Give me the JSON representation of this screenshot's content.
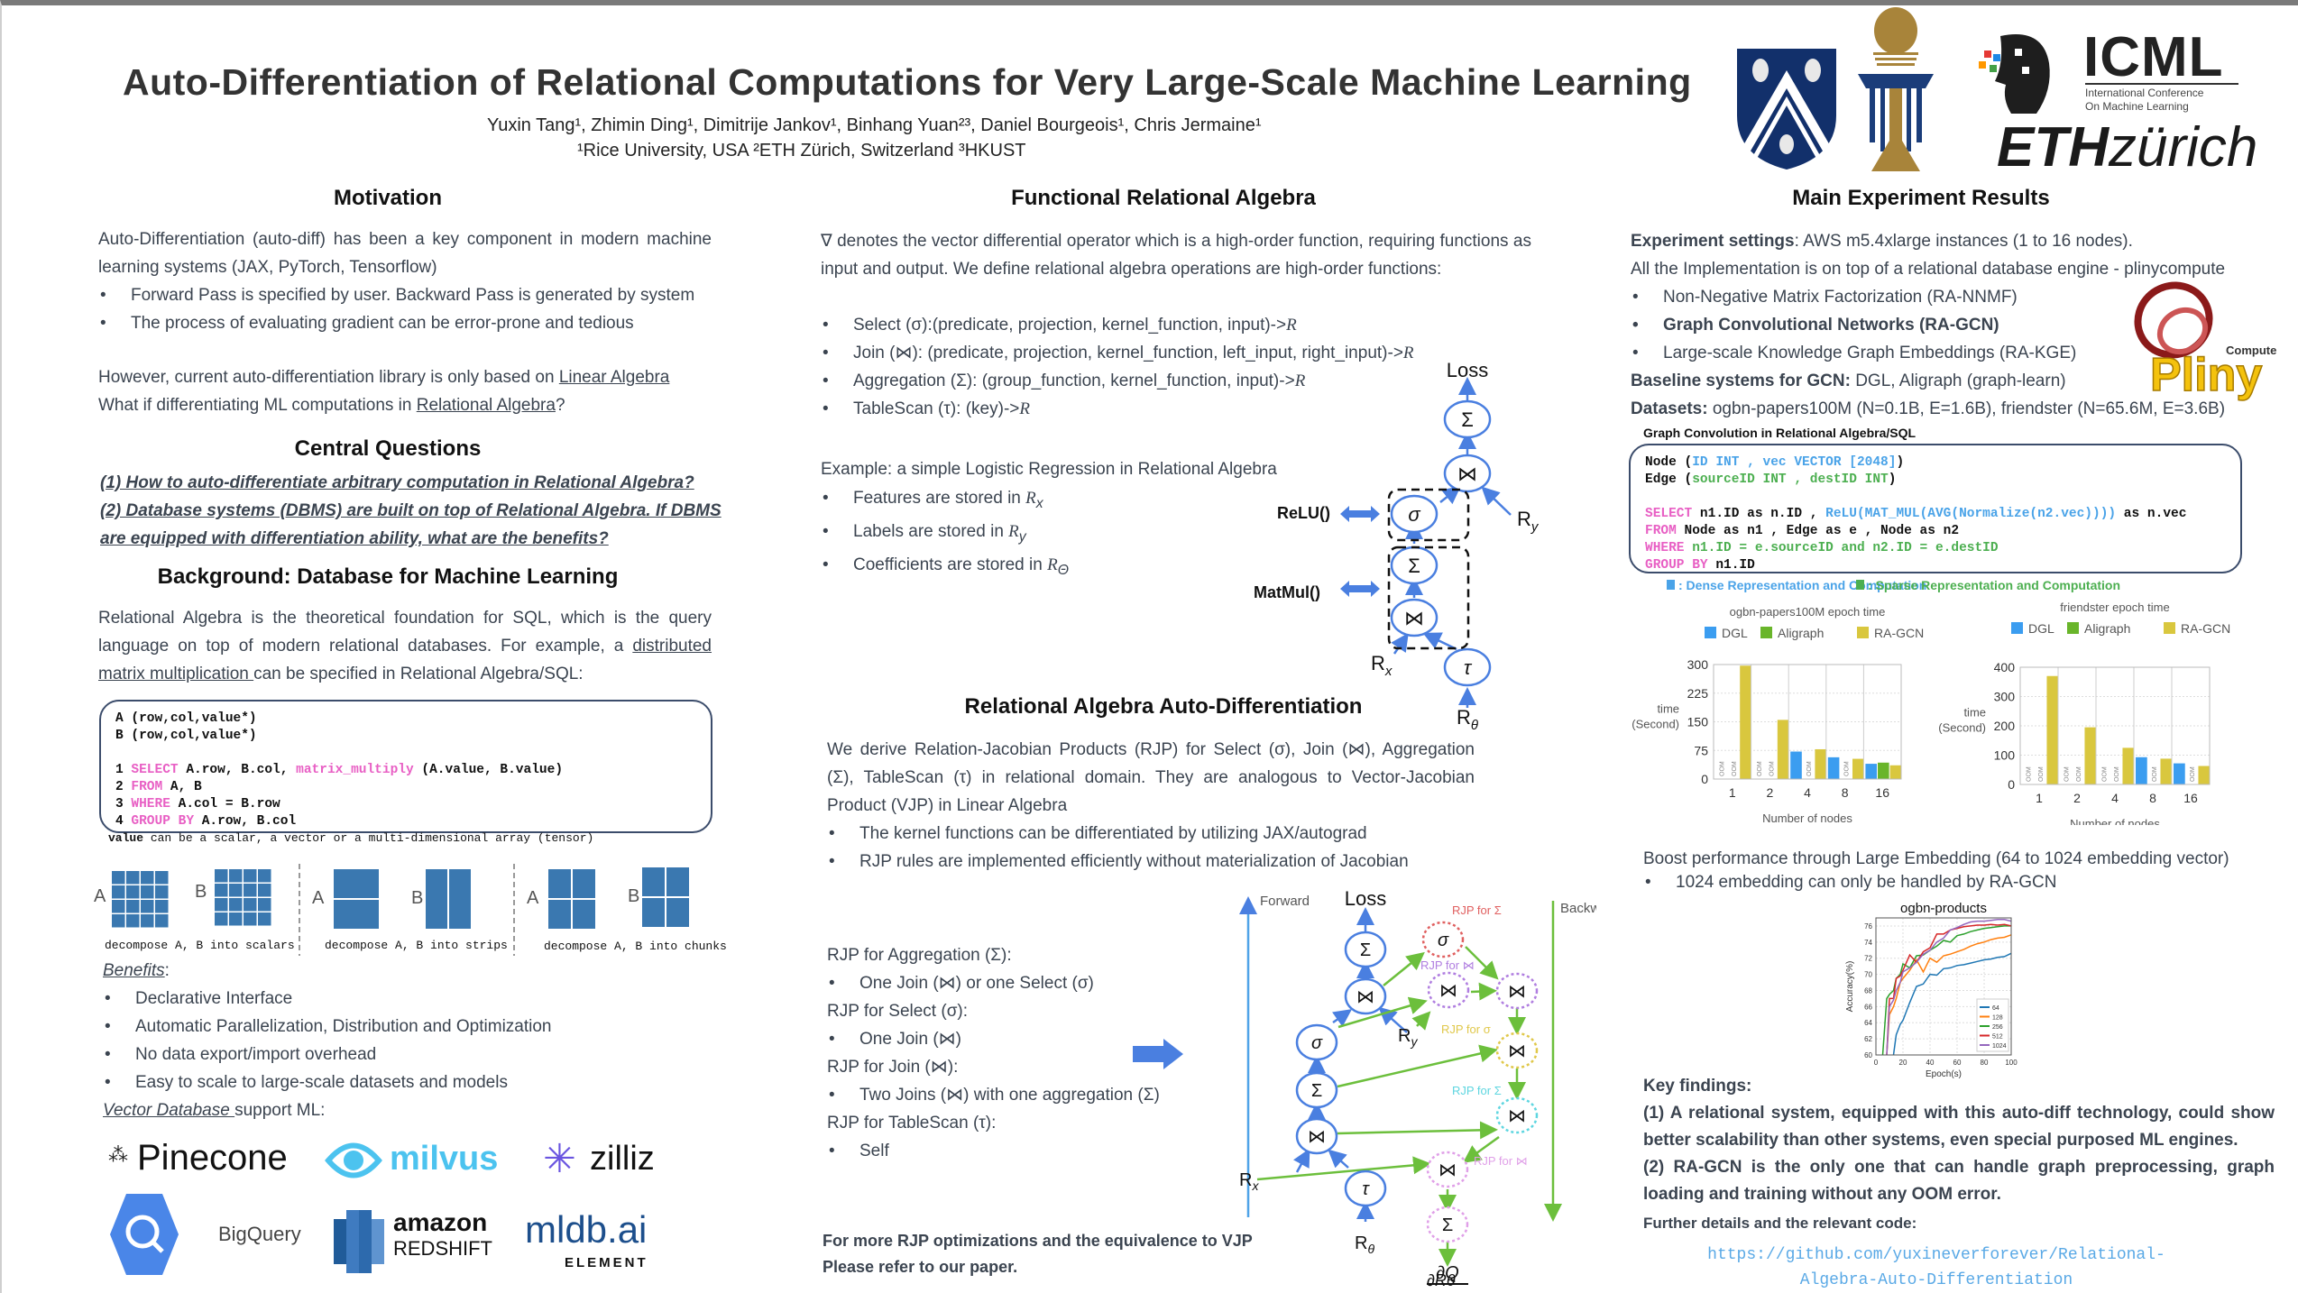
{
  "header": {
    "title": "Auto-Differentiation of Relational Computations for Very Large-Scale Machine Learning",
    "authors": "Yuxin Tang¹, Zhimin Ding¹, Dimitrije Jankov¹, Binhang Yuan²³, Daniel Bourgeois¹, Chris Jermaine¹",
    "affiliations": "¹Rice University, USA  ²ETH Zürich, Switzerland ³HKUST",
    "logos": {
      "rice": "rice-university-shield",
      "hkust": "hkust-logo",
      "icml_main": "ICML",
      "icml_sub1": "International Conference",
      "icml_sub2": "On Machine Learning",
      "eth_bold": "ETH",
      "eth_light": "zürich"
    }
  },
  "motivation": {
    "heading": "Motivation",
    "intro": "Auto-Differentiation (auto-diff) has been a key component in modern machine learning systems (JAX, PyTorch, Tensorflow)",
    "bullets": [
      "Forward Pass is specified by user. Backward Pass is generated by system",
      "The process of evaluating gradient can be error-prone and tedious"
    ],
    "however_prefix": "However, current auto-differentiation library is only based on ",
    "however_link": "Linear Algebra",
    "whatif_prefix": "What if differentiating ML computations in ",
    "whatif_link": "Relational Algebra",
    "whatif_suffix": "?"
  },
  "central_questions": {
    "heading": "Central Questions",
    "q1": "(1) How to auto-differentiate arbitrary computation in Relational Algebra?",
    "q2": "(2) Database systems (DBMS) are built on top of Relational Algebra. If DBMS are equipped with differentiation ability, what are the benefits?"
  },
  "background": {
    "heading": "Background: Database for Machine Learning",
    "p_prefix": "Relational Algebra is the theoretical foundation for SQL, which is the query language on top of modern relational databases. For example, a ",
    "p_link": "distributed matrix multiplication ",
    "p_suffix": " can be specified in Relational Algebra/SQL:",
    "code": {
      "schema_a": "A (row,col,value*)",
      "schema_b": "B (row,col,value*)",
      "lines": [
        {
          "num": "1",
          "kw": "SELECT",
          "text": " A.row, B.col, ",
          "fn": "matrix_multiply",
          "rest": " (A.value, B.value)"
        },
        {
          "num": "2",
          "kw": "FROM",
          "text": " A, B",
          "fn": "",
          "rest": ""
        },
        {
          "num": "3",
          "kw": "WHERE",
          "text": " A.col = B.row",
          "fn": "",
          "rest": ""
        },
        {
          "num": "4",
          "kw": "GROUP BY",
          "text": " A.row, B.col",
          "fn": "",
          "rest": ""
        }
      ],
      "note_bold": "value",
      "note": " can be a scalar, a vector or a multi-dimensional array (tensor)"
    },
    "decomposition": [
      {
        "label_a": "A",
        "label_b": "B",
        "caption": "decompose A, B into scalars"
      },
      {
        "label_a": "A",
        "label_b": "B",
        "caption": "decompose A, B into strips"
      },
      {
        "label_a": "A",
        "label_b": "B",
        "caption": "decompose A, B into chunks"
      }
    ],
    "benefits_label": "Benefits",
    "benefits": [
      "Declarative Interface",
      "Automatic Parallelization, Distribution and Optimization",
      "No data export/import overhead",
      "Easy to scale to large-scale datasets and models"
    ],
    "vector_db_link": "Vector Database ",
    "vector_db_suffix": "support ML:",
    "vendors": [
      "Pinecone",
      "milvus",
      "zilliz",
      "BigQuery",
      "amazon",
      "REDSHIFT",
      "mldb.ai",
      "ELEMENT"
    ]
  },
  "functional_ra": {
    "heading": "Functional Relational Algebra",
    "intro": "∇ denotes the vector differential operator which is a high-order function, requiring functions as input and output. We define relational algebra operations are high-order functions:",
    "ops": [
      {
        "name": "Select (σ):",
        "sig": "(predicate, projection, kernel_function, input)->",
        "ret": "R"
      },
      {
        "name": "Join (⋈): ",
        "sig": "(predicate, projection, kernel_function, left_input, right_input)->",
        "ret": "R"
      },
      {
        "name": "Aggregation (Σ): ",
        "sig": "(group_function, kernel_function, input)->",
        "ret": "R"
      },
      {
        "name": "TableScan (τ): ",
        "sig": "(key)->",
        "ret": "R"
      }
    ],
    "example_title": "Example: a simple Logistic Regression in Relational Algebra",
    "example_items": [
      {
        "text": "Features are stored in ",
        "sym": "R",
        "sub": "x"
      },
      {
        "text": "Labels are stored in ",
        "sym": "R",
        "sub": "y"
      },
      {
        "text": "Coefficients are stored in ",
        "sym": "R",
        "sub": "Θ"
      }
    ],
    "diagram": {
      "loss": "Loss",
      "relu": "ReLU()",
      "matmul": "MatMul()",
      "sigma": "Σ",
      "join": "⋈",
      "select": "σ",
      "scan": "τ",
      "rx": "R",
      "rx_sub": "x",
      "ry": "R",
      "ry_sub": "y",
      "rt": "R",
      "rt_sub": "θ"
    }
  },
  "ra_autodiff": {
    "heading": "Relational Algebra Auto-Differentiation",
    "intro": "We derive Relation-Jacobian Products (RJP) for Select (σ), Join (⋈), Aggregation (Σ), TableScan (τ) in relational domain. They are analogous to Vector-Jacobian Product (VJP) in Linear Algebra",
    "bullets": [
      "The kernel functions can be differentiated by utilizing JAX/autograd",
      "RJP rules are implemented efficiently without materialization of Jacobian"
    ],
    "rjp_rules": [
      {
        "title": "RJP for Aggregation (Σ):",
        "item": "One Join (⋈) or one Select (σ)"
      },
      {
        "title": "RJP for Select (σ):",
        "item": "One Join (⋈)"
      },
      {
        "title": "RJP for Join (⋈):",
        "item": "Two Joins (⋈) with one aggregation (Σ)"
      },
      {
        "title": "RJP for TableScan (τ):",
        "item": "Self"
      }
    ],
    "footer1": "For more RJP optimizations and the equivalence to VJP",
    "footer2": "Please refer to our paper.",
    "diagram": {
      "forward": "Forward",
      "backward": "Backward",
      "loss": "Loss",
      "rjp_sigma_red": "RJP for Σ",
      "rjp_join_purple": "RJP for ⋈",
      "rjp_select_yellow": "RJP for σ",
      "rjp_sigma_cyan": "RJP for Σ",
      "rjp_join_pink": "RJP for ⋈",
      "grad_num": "∂Q",
      "grad_den": "∂Rθ",
      "colors": {
        "forward": "#4a7fe0",
        "backward": "#6cbf3c",
        "red": "#e06060",
        "purple": "#b07ee0",
        "yellow": "#e0c84a",
        "cyan": "#5ed6e0",
        "pink": "#e0a0e8"
      }
    }
  },
  "results": {
    "heading": "Main Experiment Results",
    "settings_label": "Experiment settings",
    "settings": ": AWS m5.4xlarge instances (1 to 16 nodes).",
    "impl": "All the Implementation is on top of a relational database engine - plinycompute",
    "bullets": [
      {
        "text": "Non-Negative Matrix Factorization (RA-NNMF)",
        "bold": false
      },
      {
        "text": "Graph Convolutional Networks (RA-GCN)",
        "bold": true
      },
      {
        "text": "Large-scale Knowledge Graph Embeddings (RA-KGE)",
        "bold": false
      }
    ],
    "baseline_label": "Baseline systems for GCN:",
    "baseline": " DGL, Aligraph (graph-learn)",
    "datasets_label": "Datasets:",
    "datasets": " ogbn-papers100M (N=0.1B, E=1.6B), friendster (N=65.6M, E=3.6B)",
    "pliny_logo": {
      "word": "Pliny",
      "sup": "Compute"
    },
    "gc_title": "Graph Convolution in Relational Algebra/SQL",
    "gc_code": {
      "node_a": "Node (",
      "node_b": "ID INT , vec VECTOR [2048]",
      "node_c": ")",
      "edge_a": "Edge (",
      "edge_b": "sourceID INT , destID INT",
      "edge_c": ")",
      "select_kw": "SELECT",
      "select_a": " n1.ID as n.ID , ",
      "select_fn": "ReLU(MAT_MUL(AVG(Normalize(n2.vec))))",
      "select_b": " as n.vec",
      "from_kw": "FROM",
      "from_text": " Node as n1 , Edge as e , Node as n2",
      "where_kw": "WHERE",
      "where_text": " n1.ID = e.sourceID and n2.ID = e.destID",
      "group_kw": "GROUP BY",
      "group_text": " n1.ID"
    },
    "legend_dense": ": Dense Representation and Computation",
    "legend_sparse": ": Sparse Representation and Computation",
    "boost": "Boost performance through Large Embedding (64 to 1024 embedding vector)",
    "boost_bullet": "1024 embedding can only be handled by RA-GCN",
    "key_findings_label": "Key findings:",
    "finding1": "(1)  A relational system, equipped with this auto-diff technology, could show better scalability than other systems, even special purposed ML engines.",
    "finding2": "(2)   RA-GCN is the only one that can handle graph preprocessing, graph loading and training without any OOM error.",
    "further": "Further details and the relevant code:",
    "link1": "https://github.com/yuxineverforever/Relational-",
    "link2": "Algebra-Auto-Differentiation"
  },
  "chart_data": [
    {
      "type": "bar",
      "title": "ogbn-papers100M epoch time",
      "xlabel": "Number of nodes",
      "ylabel": "time (Second)",
      "categories": [
        "1",
        "2",
        "4",
        "8",
        "16"
      ],
      "ylim": [
        0,
        300
      ],
      "yticks": [
        0,
        75,
        150,
        225,
        300
      ],
      "legend": "top",
      "series": [
        {
          "name": "DGL",
          "color": "#3b9df0",
          "values": [
            null,
            null,
            72,
            57,
            40
          ]
        },
        {
          "name": "Aligraph",
          "color": "#69b52a",
          "values": [
            null,
            null,
            null,
            null,
            43
          ]
        },
        {
          "name": "RA-GCN",
          "color": "#d9c73e",
          "values": [
            297,
            155,
            78,
            53,
            36
          ]
        }
      ],
      "missing_label": "OOM"
    },
    {
      "type": "bar",
      "title": "friendster epoch time",
      "xlabel": "Number of nodes",
      "ylabel": "time (Second)",
      "categories": [
        "1",
        "2",
        "4",
        "8",
        "16"
      ],
      "ylim": [
        0,
        400
      ],
      "yticks": [
        0,
        100,
        200,
        300,
        400
      ],
      "legend": "top",
      "series": [
        {
          "name": "DGL",
          "color": "#3b9df0",
          "values": [
            null,
            null,
            null,
            93,
            72
          ]
        },
        {
          "name": "Aligraph",
          "color": "#69b52a",
          "values": [
            null,
            null,
            null,
            null,
            null
          ]
        },
        {
          "name": "RA-GCN",
          "color": "#d9c73e",
          "values": [
            370,
            195,
            125,
            88,
            63
          ]
        }
      ],
      "missing_label": "OOM"
    },
    {
      "type": "line",
      "title": "ogbn-products",
      "xlabel": "Epoch(s)",
      "ylabel": "Accuracy(%)",
      "xlim": [
        0,
        100
      ],
      "ylim": [
        60,
        77
      ],
      "xticks": [
        0,
        20,
        40,
        60,
        80,
        100
      ],
      "yticks": [
        60,
        62,
        64,
        66,
        68,
        70,
        72,
        74,
        76
      ],
      "grid": true,
      "legend": "bottom-right",
      "x": [
        5,
        8,
        10,
        13,
        15,
        18,
        20,
        25,
        30,
        35,
        40,
        45,
        50,
        55,
        60,
        65,
        70,
        75,
        80,
        85,
        90,
        95,
        100
      ],
      "series": [
        {
          "name": "64",
          "color": "#1f77b4",
          "values": [
            null,
            null,
            null,
            60,
            62.5,
            63.8,
            64.3,
            66.5,
            68.5,
            68.8,
            70,
            69.9,
            70.7,
            70.8,
            71.1,
            71.2,
            71.4,
            71.6,
            71.8,
            71.9,
            72.1,
            72.2,
            72.6
          ]
        },
        {
          "name": "128",
          "color": "#ff7f0e",
          "values": [
            null,
            60,
            65,
            66,
            67,
            69,
            69.5,
            70.5,
            71.8,
            70.3,
            72,
            71.5,
            72.3,
            72.5,
            72.8,
            73.1,
            73.5,
            73.8,
            74,
            74.3,
            74.5,
            74.6,
            74.9
          ]
        },
        {
          "name": "256",
          "color": "#2ca02c",
          "values": [
            60,
            67,
            67.5,
            68,
            69.5,
            70,
            71.3,
            70.8,
            72.3,
            72.4,
            73,
            73.5,
            74.2,
            74,
            74.8,
            75,
            75.3,
            75.5,
            75.7,
            75.8,
            75.9,
            76,
            76
          ]
        },
        {
          "name": "512",
          "color": "#d62728",
          "values": [
            null,
            60,
            67,
            67,
            69.5,
            69.8,
            70.5,
            72.4,
            71.5,
            72.8,
            73.3,
            75,
            75,
            75.5,
            75.7,
            75.9,
            76,
            76.1,
            76.1,
            76.2,
            76.1,
            76.2,
            76
          ]
        },
        {
          "name": "1024",
          "color": "#9467bd",
          "values": [
            null,
            60,
            66,
            66.8,
            68,
            69,
            70.3,
            70.8,
            71.5,
            72.5,
            73,
            74,
            74.5,
            75.5,
            75.8,
            76.2,
            76.5,
            76.6,
            76.6,
            76.7,
            76.8,
            76.8,
            76.6
          ]
        }
      ]
    }
  ]
}
